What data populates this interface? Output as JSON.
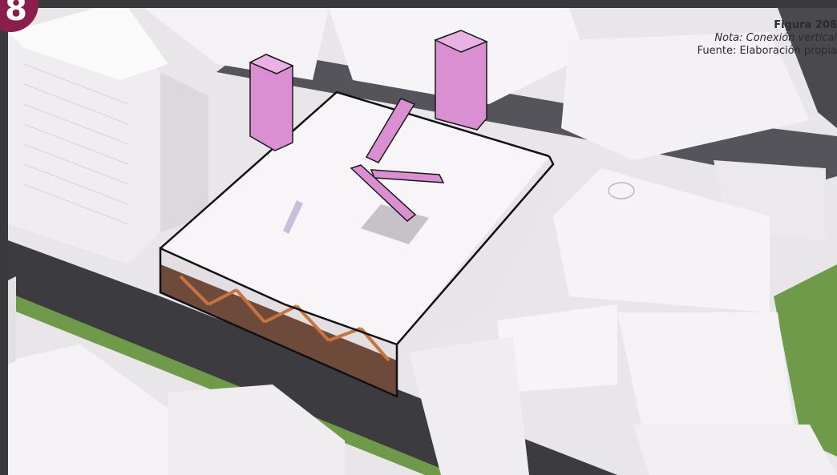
{
  "badge": {
    "number": "8",
    "color": "#8a1f4e"
  },
  "caption": {
    "figure": "Figura 208",
    "note": "Nota: Conexión vertical",
    "source": "Fuente: Elaboración propia"
  },
  "colors": {
    "frame": "#3a3a3c",
    "highlight": "#d98fd2",
    "outline": "#111111",
    "buildings": "#f2eff2",
    "road": "#3c3c40",
    "grass": "#6f9a4a"
  }
}
